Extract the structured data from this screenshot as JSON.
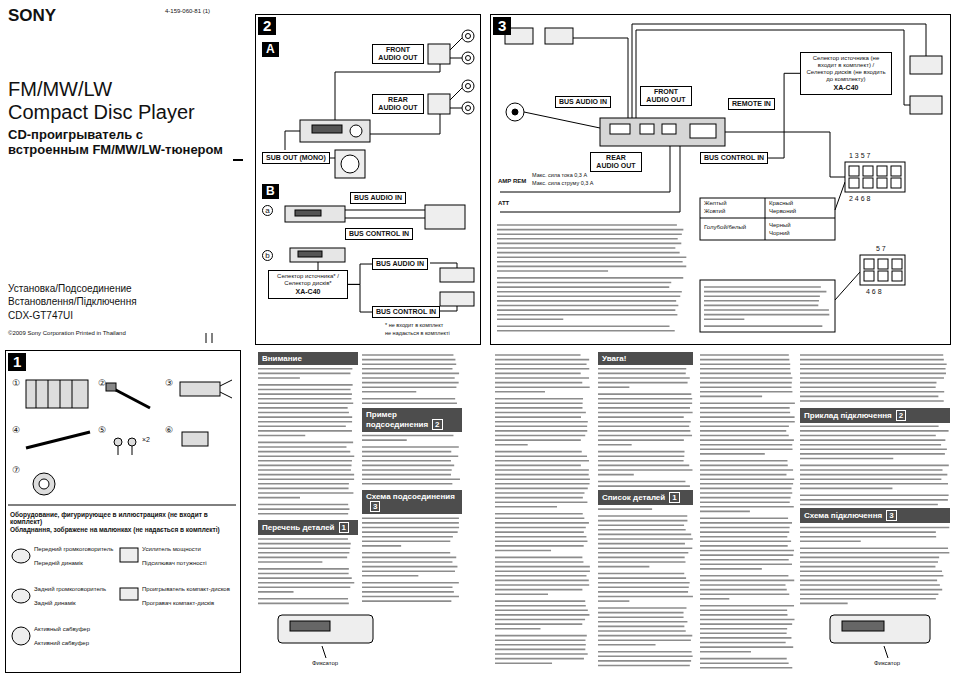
{
  "diagram": {
    "title": "FM/MW/LW Compact Disc Player",
    "nodes": [
      {
        "text": [
          "2"
        ]
      },
      {
        "text": [
          "A"
        ]
      },
      {
        "text": [
          "FRONT AUDIO OUT"
        ]
      },
      {
        "text": [
          "REAR AUDIO OUT"
        ]
      },
      {
        "text": [
          "SUB OUT (MONO)"
        ]
      },
      {
        "text": [
          "B"
        ]
      },
      {
        "text": [
          "BUS AUDIO IN"
        ]
      },
      {
        "text": [
          "BUS CONTROL IN"
        ]
      },
      {
        "text": [
          "BUS AUDIO IN"
        ]
      },
      {
        "text": [
          "Селектор источника* / Селектор дисків*",
          "XA-C40"
        ]
      },
      {
        "text": [
          "BUS CONTROL IN"
        ]
      },
      {
        "text": [
          "3"
        ]
      },
      {
        "text": [
          "BUS AUDIO IN"
        ]
      },
      {
        "text": [
          "FRONT AUDIO OUT"
        ]
      },
      {
        "text": [
          "REAR AUDIO OUT"
        ]
      },
      {
        "text": [
          "REMOTE IN"
        ]
      },
      {
        "text": [
          "BUS CONTROL IN"
        ]
      },
      {
        "text": [
          "Селектор источника (не входит в комплект) / Селектор дисків (не входить до комплекту)",
          "XA-C40"
        ]
      },
      {
        "text": [
          "1"
        ]
      },
      {
        "text": [
          "Внимание"
        ]
      },
      {
        "text": [
          "Пример подсоединения",
          "2"
        ]
      },
      {
        "text": [
          "Схема подсоединения",
          "3"
        ]
      },
      {
        "text": [
          "Перечень деталей",
          "1"
        ]
      },
      {
        "text": [
          "Увага!"
        ]
      },
      {
        "text": [
          "Список деталей",
          "1"
        ]
      },
      {
        "text": [
          "Приклад підключення",
          "2"
        ]
      },
      {
        "text": [
          "Схема підключення",
          "3"
        ]
      },
      {
        "text": [
          "Оборудование, фигурирующее в иллюстрациях (не входит в комплект)",
          "Обладнання, зображене на малюнках (не надається в комплекті)"
        ]
      }
    ],
    "edges": [
      {
        "from": 9,
        "to": 8,
        "arrow": "none"
      },
      {
        "from": 9,
        "to": 10,
        "arrow": "none"
      },
      {
        "from": 17,
        "to": 16,
        "arrow": "none"
      }
    ],
    "labels": [
      "SONY",
      "4-159-060-81 (1)",
      "CD-проигрыватель с встроенным FM/MW/LW-тюнером",
      "Установка/Подсоединение",
      "Встановлення/Підключення",
      "CDX-GT747UI",
      "©2009 Sony Corporation Printed in Thailand",
      "* не входит в комплект",
      "не надається в комплекті",
      "AMP REM",
      "ATT",
      "Макс. сила тока 0,3 A",
      "Макс. сила струму 0,3 A",
      "1 3 5 7",
      "2 4 6 8",
      "5 7",
      "4 6 8",
      "Желтый",
      "Жовтий",
      "Голубой/белый",
      "Красный",
      "Червоний",
      "Черный",
      "Чорний",
      "Передний громкоговоритель",
      "Передній динамік",
      "Задний громкоговоритель",
      "Задній динамік",
      "Активный сабвуфер",
      "Активний сабвуфер",
      "Усилитель мощности",
      "Підсилювач потужності",
      "Проигрыватель компакт-дисков",
      "Програвач компакт-дисків",
      "Фиксатор",
      "Фиксатор",
      "①",
      "②",
      "③",
      "④",
      "⑤",
      "⑥",
      "⑦",
      "×2",
      "a",
      "b"
    ]
  }
}
